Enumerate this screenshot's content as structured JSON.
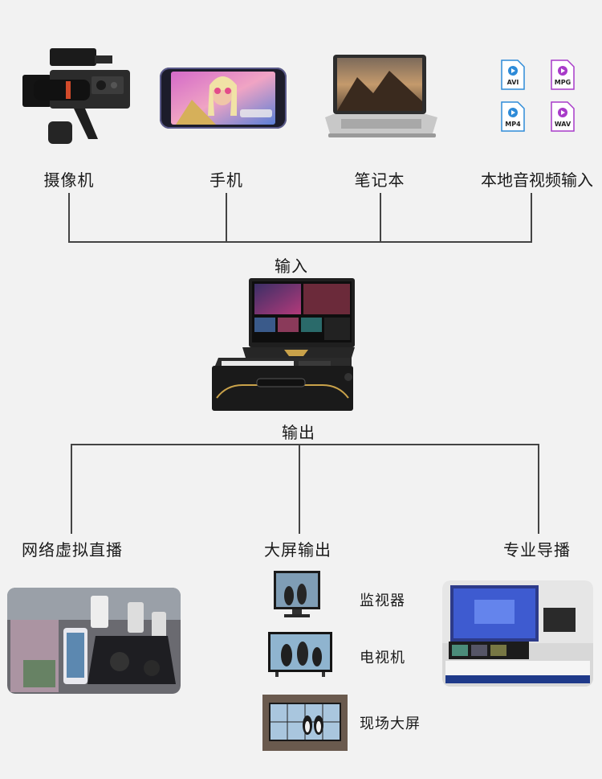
{
  "inputs": {
    "camera": "摄像机",
    "phone": "手机",
    "laptop": "笔记本",
    "local_media": "本地音视频输入"
  },
  "file_types": [
    "AVI",
    "MPG",
    "MP4",
    "WAV"
  ],
  "center": {
    "input_label": "输入",
    "output_label": "输出"
  },
  "outputs": {
    "live": "网络虚拟直播",
    "big_screen": "大屏输出",
    "directing": "专业导播"
  },
  "screens": [
    "监视器",
    "电视机",
    "现场大屏"
  ],
  "colors": {
    "line": "#444444",
    "file_accent": "#a83bc9",
    "file_play": "#2e8bd8",
    "background": "#f2f2f2"
  }
}
